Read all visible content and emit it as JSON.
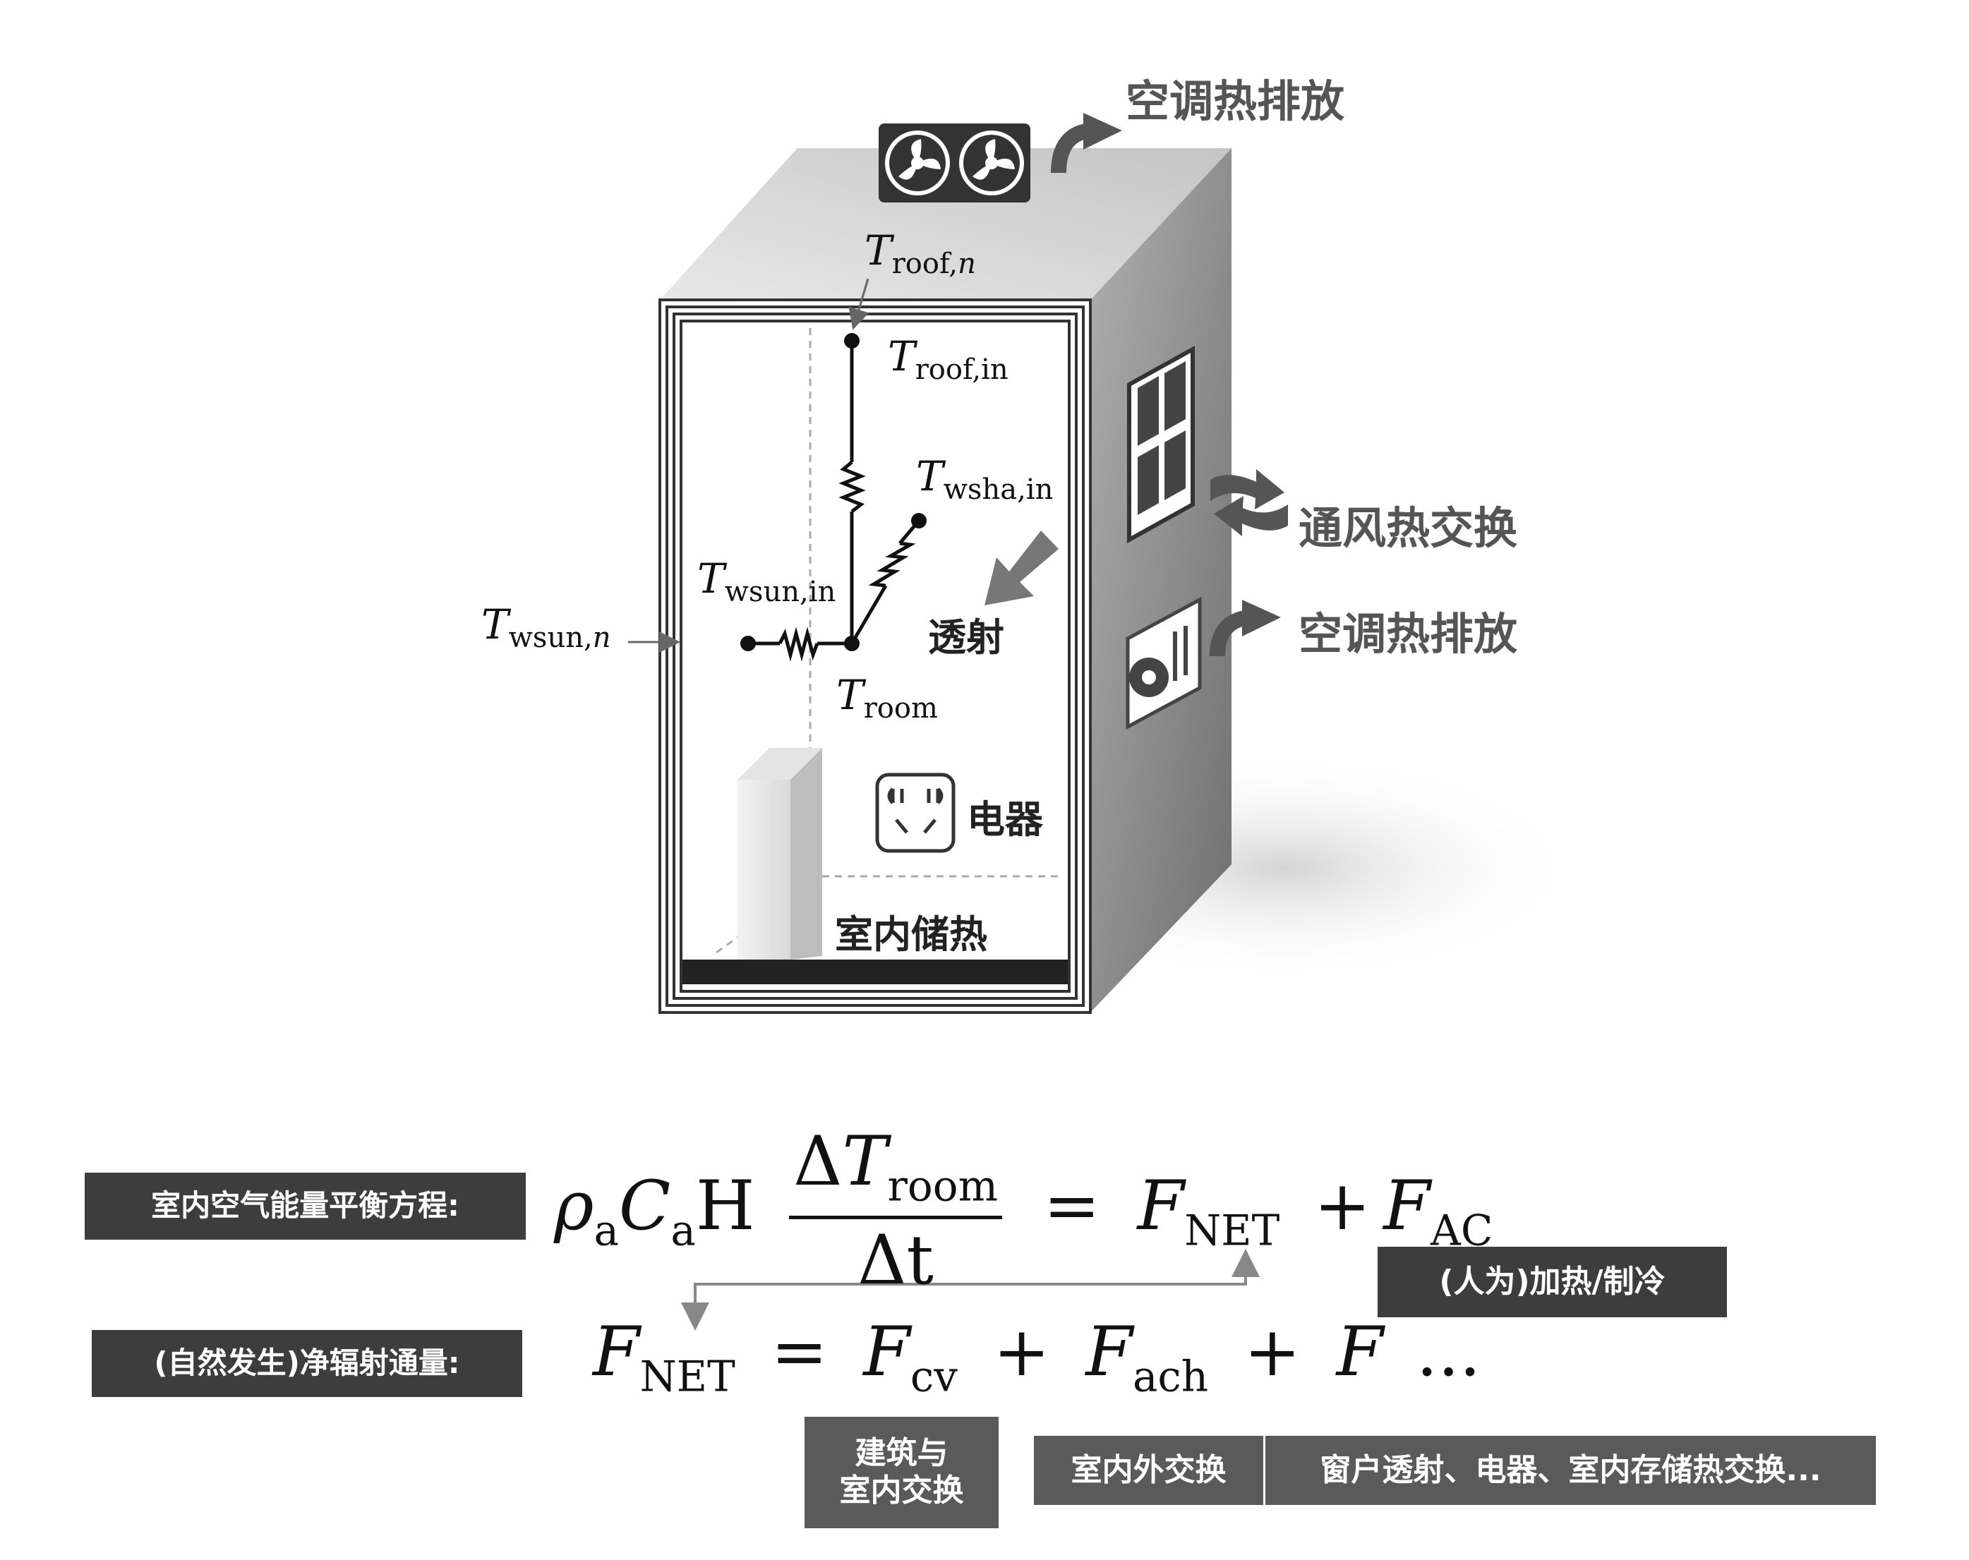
{
  "diagram": {
    "ac_roof_label": "空调热排放",
    "ventilation_label": "通风热交换",
    "ac_side_label": "空调热排放",
    "transmission_label": "透射",
    "appliance_label": "电器",
    "storage_label": "室内储热",
    "nodes": {
      "roof_n": {
        "T": "T",
        "sub": "roof,",
        "subi": "n"
      },
      "roof_in": {
        "T": "T",
        "sub": "roof,in",
        "subi": ""
      },
      "wsha_in": {
        "T": "T",
        "sub": "wsha,in",
        "subi": ""
      },
      "wsun_in": {
        "T": "T",
        "sub": "wsun,in",
        "subi": ""
      },
      "wsun_n": {
        "T": "T",
        "sub": "wsun,",
        "subi": "n"
      },
      "room": {
        "T": "T",
        "sub": "room",
        "subi": ""
      }
    }
  },
  "equations": {
    "energy_balance_label": "室内空气能量平衡方程:",
    "net_flux_label": "(自然发生)净辐射通量:",
    "heating_cooling_label": "(人为)加热/制冷",
    "building_indoor_label_line1": "建筑与",
    "building_indoor_label_line2": "室内交换",
    "indoor_outdoor_label": "室内外交换",
    "window_etc_label": "窗户透射、电器、室内存储热交换...",
    "eq1": {
      "rho": "ρ",
      "rho_sub": "a",
      "C": "C",
      "C_sub": "a",
      "H": "H",
      "num_delta": "Δ",
      "num_T": "T",
      "num_sub": "room",
      "den": "Δt",
      "equals": "=",
      "F1": "F",
      "F1_sub": "NET",
      "plus": "+",
      "F2": "F",
      "F2_sub": "AC"
    },
    "eq2": {
      "F0": "F",
      "F0_sub": "NET",
      "equals": "=",
      "F1": "F",
      "F1_sub": "cv",
      "plus1": "+",
      "F2": "F",
      "F2_sub": "ach",
      "plus2": "+",
      "F3": "F",
      "ellipsis": "..."
    }
  },
  "colors": {
    "label_box": "#3d3d3d",
    "gray_box": "#5a5a5a",
    "building_front_border": "#333333",
    "side_wall": "#8a8a8a",
    "roof": "#cfcfcf"
  },
  "icons": [
    "fan-unit-icon",
    "arrow-curved-icon",
    "window-icon",
    "swap-arrows-icon",
    "ac-outdoor-unit-icon",
    "power-socket-icon",
    "transmission-arrow-icon",
    "resistor-icon"
  ]
}
